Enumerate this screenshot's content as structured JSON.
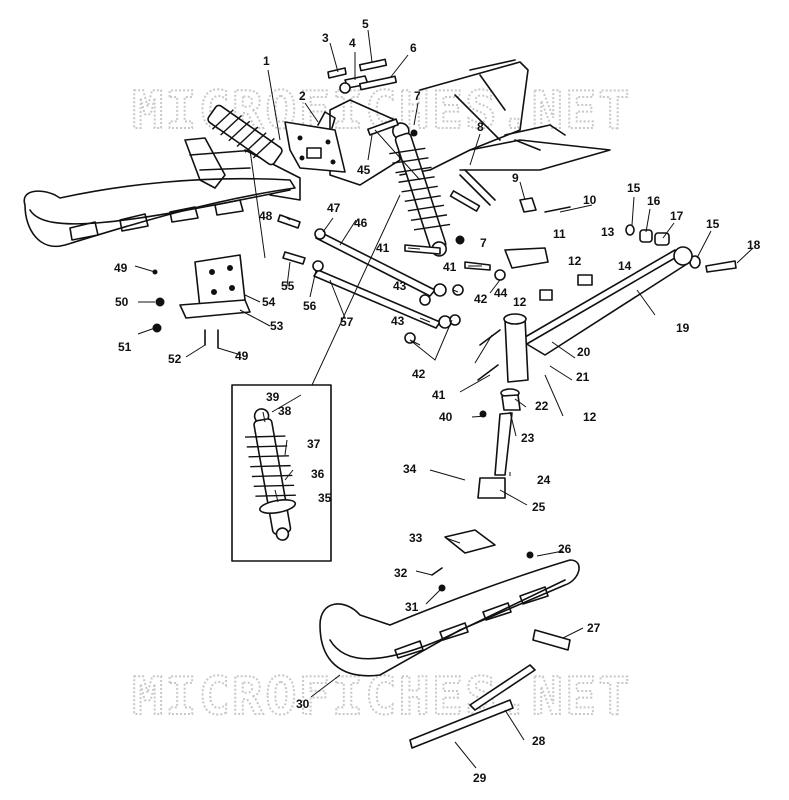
{
  "watermark": {
    "top_text": "MICROFICHES.NET",
    "bottom_text": "MICROFICHES.NET"
  },
  "callouts": {
    "c1": "1",
    "c2": "2",
    "c3": "3",
    "c4": "4",
    "c5": "5",
    "c6": "6",
    "c7": "7",
    "c8": "8",
    "c9": "9",
    "c10": "10",
    "c11": "11",
    "c12a": "12",
    "c12b": "12",
    "c12c": "12",
    "c13": "13",
    "c14": "14",
    "c15a": "15",
    "c15b": "15",
    "c16": "16",
    "c17": "17",
    "c18": "18",
    "c19": "19",
    "c20": "20",
    "c21": "21",
    "c22": "22",
    "c23": "23",
    "c24": "24",
    "c25": "25",
    "c26": "26",
    "c27": "27",
    "c28": "28",
    "c29": "29",
    "c30": "30",
    "c31": "31",
    "c32": "32",
    "c33": "33",
    "c34": "34",
    "c35": "35",
    "c36": "36",
    "c37": "37",
    "c38": "38",
    "c39": "39",
    "c40": "40",
    "c41a": "41",
    "c41b": "41",
    "c41c": "41",
    "c42a": "42",
    "c42b": "42",
    "c43a": "43",
    "c43b": "43",
    "c44": "44",
    "c45": "45",
    "c46": "46",
    "c47": "47",
    "c48": "48",
    "c49a": "49",
    "c49b": "49",
    "c50": "50",
    "c51": "51",
    "c52": "52",
    "c53": "53",
    "c54": "54",
    "c55": "55",
    "c56": "56",
    "c57": "57",
    "c7b": "7"
  }
}
